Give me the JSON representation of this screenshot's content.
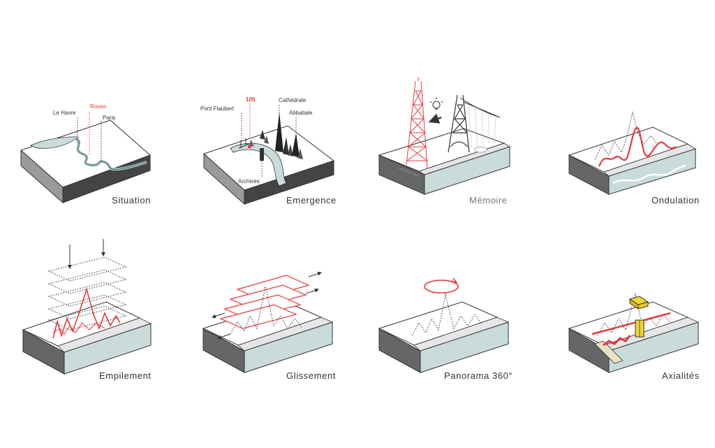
{
  "colors": {
    "red": "#e5393b",
    "water": "#c9dcdb",
    "top": "#ffffff",
    "side_dark": "#444444",
    "side_light": "#9a9a9a",
    "yellow": "#f2d531"
  },
  "panels": [
    {
      "caption": "Situation"
    },
    {
      "caption": "Emergence"
    },
    {
      "caption": "Mémoire"
    },
    {
      "caption": "Ondulation"
    },
    {
      "caption": "Empilement"
    },
    {
      "caption": "Glissement"
    },
    {
      "caption": "Panorama 360°"
    },
    {
      "caption": "Axialités"
    }
  ],
  "situation": {
    "label_le_havre": "Le Havre",
    "label_rouen": "Rouen",
    "label_paris": "Paris"
  },
  "emergence": {
    "label_pont_flaubert": "Pont Flaubert",
    "label_105": "105",
    "label_cathedrale": "Cathédrale",
    "label_abbatiale": "Abbatiale",
    "label_archives": "Archives"
  }
}
